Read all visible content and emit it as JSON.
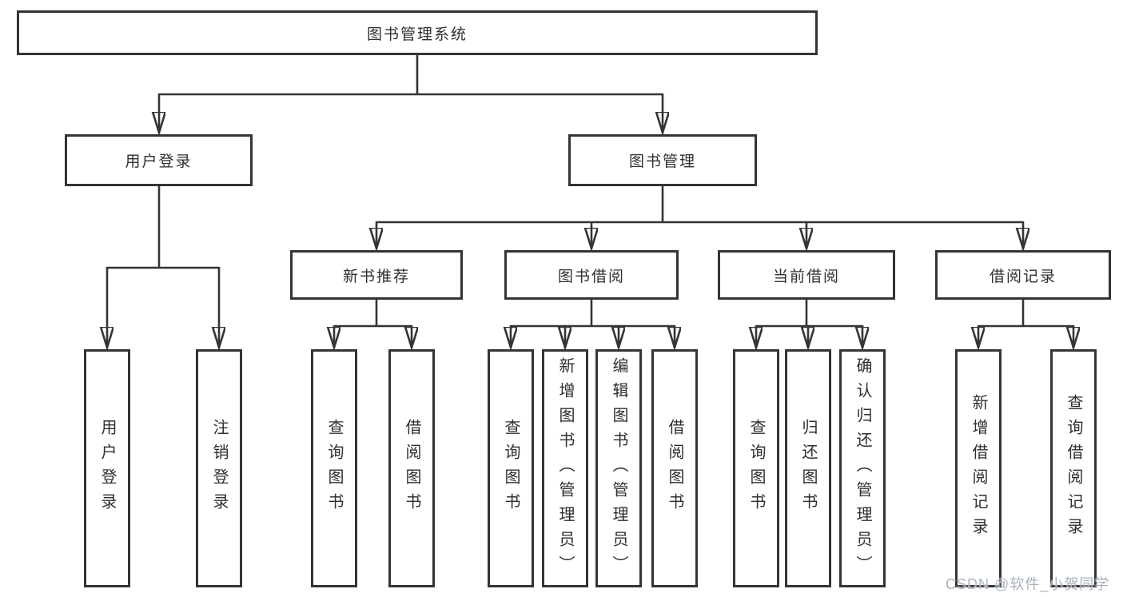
{
  "diagram": {
    "title": "图书管理系统",
    "tree": {
      "label": "图书管理系统",
      "children": [
        {
          "label": "用户登录",
          "children": [
            {
              "label": "用户登录"
            },
            {
              "label": "注销登录"
            }
          ]
        },
        {
          "label": "图书管理",
          "children": [
            {
              "label": "新书推荐",
              "children": [
                {
                  "label": "查询图书"
                },
                {
                  "label": "借阅图书"
                }
              ]
            },
            {
              "label": "图书借阅",
              "children": [
                {
                  "label": "查询图书"
                },
                {
                  "label": "新增图书（管理员）"
                },
                {
                  "label": "编辑图书（管理员）"
                },
                {
                  "label": "借阅图书"
                }
              ]
            },
            {
              "label": "当前借阅",
              "children": [
                {
                  "label": "查询图书"
                },
                {
                  "label": "归还图书"
                },
                {
                  "label": "确认归还（管理员）"
                }
              ]
            },
            {
              "label": "借阅记录",
              "children": [
                {
                  "label": "新增借阅记录"
                },
                {
                  "label": "查询借阅记录"
                }
              ]
            }
          ]
        }
      ]
    },
    "colors": {
      "line": "#343434",
      "text": "#2f2f2f",
      "watermark": "#a9b2bc",
      "background": "#ffffff"
    }
  },
  "watermark": {
    "text": "CSDN @软件_小贺同学"
  }
}
